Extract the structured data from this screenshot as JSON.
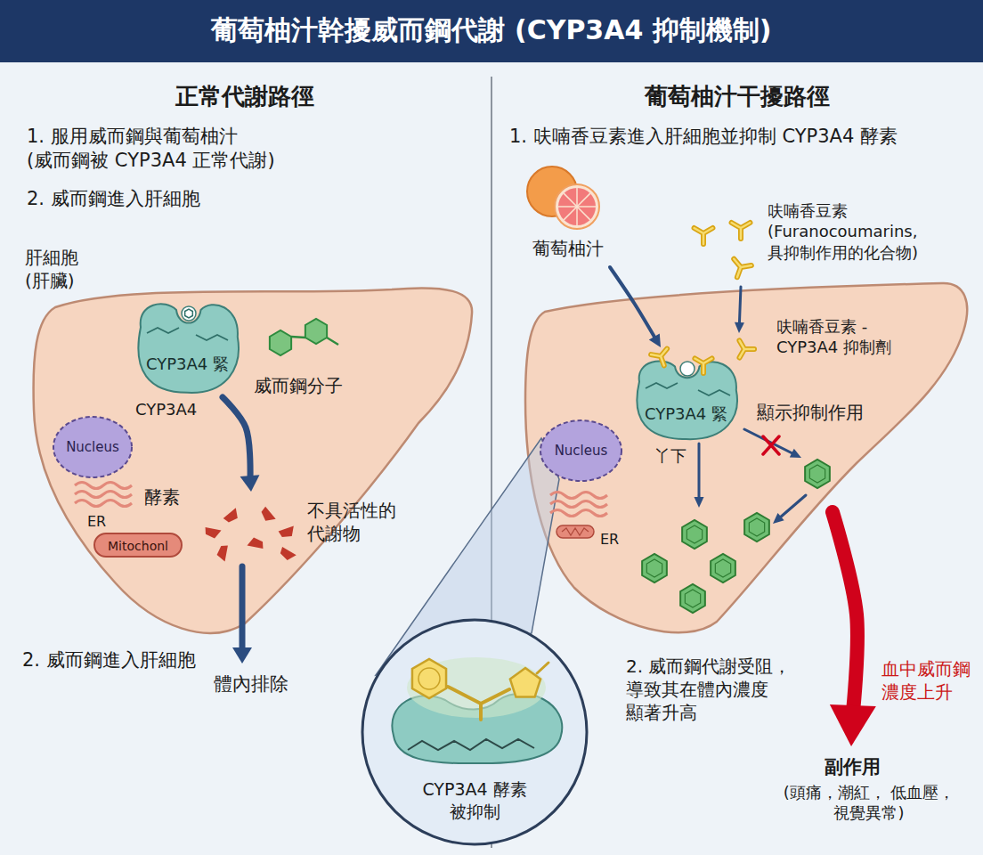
{
  "diagram": {
    "title": "葡萄柚汁幹擾威而鋼代謝 (CYP3A4 抑制機制)",
    "nodes": [
      {
        "text": [
          "肝細胞 (肝臟)"
        ]
      },
      {
        "text": [
          "CYP3A4 緊"
        ],
        "in": 0
      },
      {
        "text": [
          "Nucleus"
        ],
        "in": 0
      },
      {
        "text": [
          "Mitochonl"
        ],
        "in": 0
      },
      {
        "text": [
          "CYP3A4 緊"
        ]
      },
      {
        "text": [
          "Nucleus"
        ]
      },
      {
        "text": [
          "CYP3A4 酵素 被抑制"
        ]
      }
    ],
    "labels": [
      "正常代謝路徑",
      "1. 服用威而鋼與葡萄柚汁 (威而鋼被 CYP3A4 正常代謝)",
      "2. 威而鋼進入肝細胞",
      "威而鋼分子",
      "CYP3A4",
      "ER",
      "酵素",
      "不具活性的 代謝物",
      "2. 威而鋼進入肝細胞",
      "體內排除",
      "葡萄柚汁干擾路徑",
      "1. 呋喃香豆素進入肝細胞並抑制 CYP3A4 酵素",
      "葡萄柚汁",
      "呋喃香豆素 (Furanocoumarins, 具抑制作用的化合物)",
      "呋喃香豆素 - CYP3A4 抑制劑",
      "顯示抑制作用",
      "ER",
      "丫下",
      "2. 威而鋼代謝受阻， 導致其在體內濃度 顯著升高",
      "血中威而鋼 濃度上升",
      "副作用",
      "(頭痛，潮紅， 低血壓，視覺異常)"
    ]
  }
}
